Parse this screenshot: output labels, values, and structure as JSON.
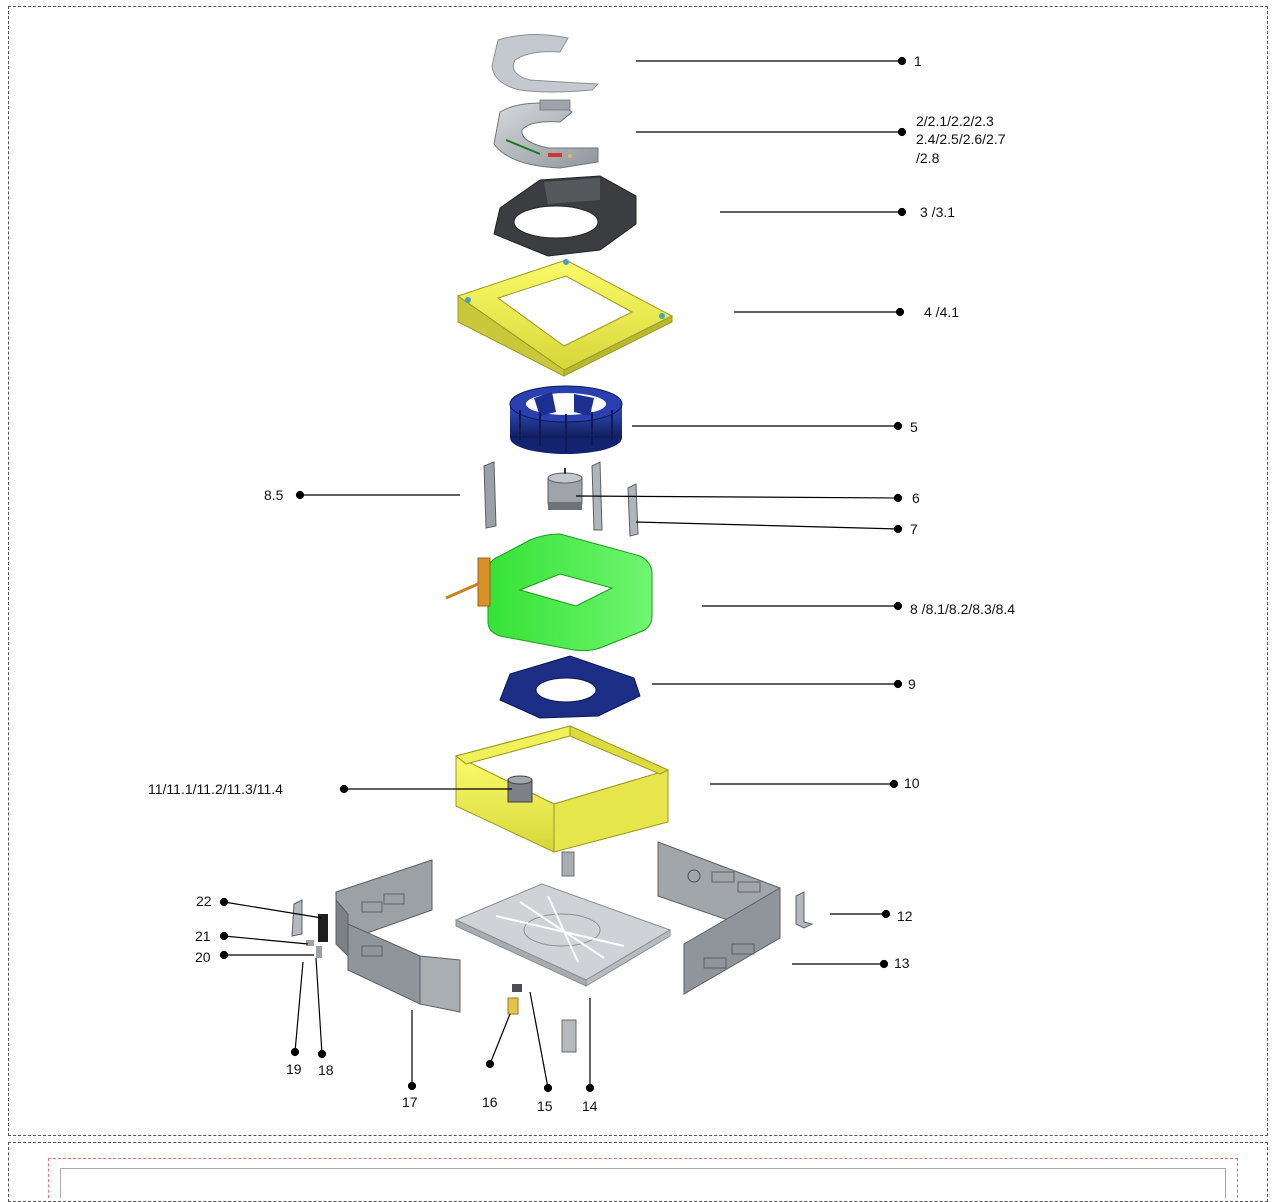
{
  "labels": {
    "l1": "1",
    "l2a": "2/2.1/2.2/2.3",
    "l2b": "2.4/2.5/2.6/2.7",
    "l2c": "/2.8",
    "l3": "3 /3.1",
    "l4": "4 /4.1",
    "l5": "5",
    "l85": "8.5",
    "l6": "6",
    "l7": "7",
    "l8": "8 /8.1/8.2/8.3/8.4",
    "l9": "9",
    "l11": "11/11.1/11.2/11.3/11.4",
    "l10": "10",
    "l22": "22",
    "l21": "21",
    "l20": "20",
    "l12": "12",
    "l13": "13",
    "l19": "19",
    "l18": "18",
    "l17": "17",
    "l16": "16",
    "l15": "15",
    "l14": "14"
  },
  "colors": {
    "yellow": "#f2f25a",
    "green": "#3ee83e",
    "navy": "#1a2f86",
    "dark": "#3a3a3a",
    "grey": "#a9acb0",
    "steel": "#8e949a"
  }
}
